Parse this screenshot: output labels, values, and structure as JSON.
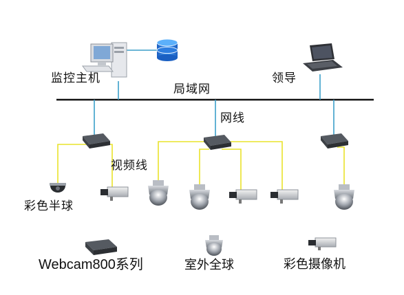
{
  "labels": {
    "host": "监控主机",
    "leader": "领导",
    "lan": "局域网",
    "network_cable": "网线",
    "video_cable": "视频线",
    "color_dome": "彩色半球"
  },
  "legend": {
    "webcam": "Webcam800系列",
    "outdoor_dome": "室外全球",
    "color_camera": "彩色摄像机"
  },
  "colors": {
    "lan_line": "#111111",
    "network_line": "#3a9ec9",
    "video_line": "#e9e32a",
    "database": "#1f6fd0"
  },
  "icons": [
    "workstation-icon",
    "database-icon",
    "laptop-icon",
    "encoder-icon",
    "dome-camera-icon",
    "ptz-dome-icon",
    "box-camera-icon"
  ]
}
